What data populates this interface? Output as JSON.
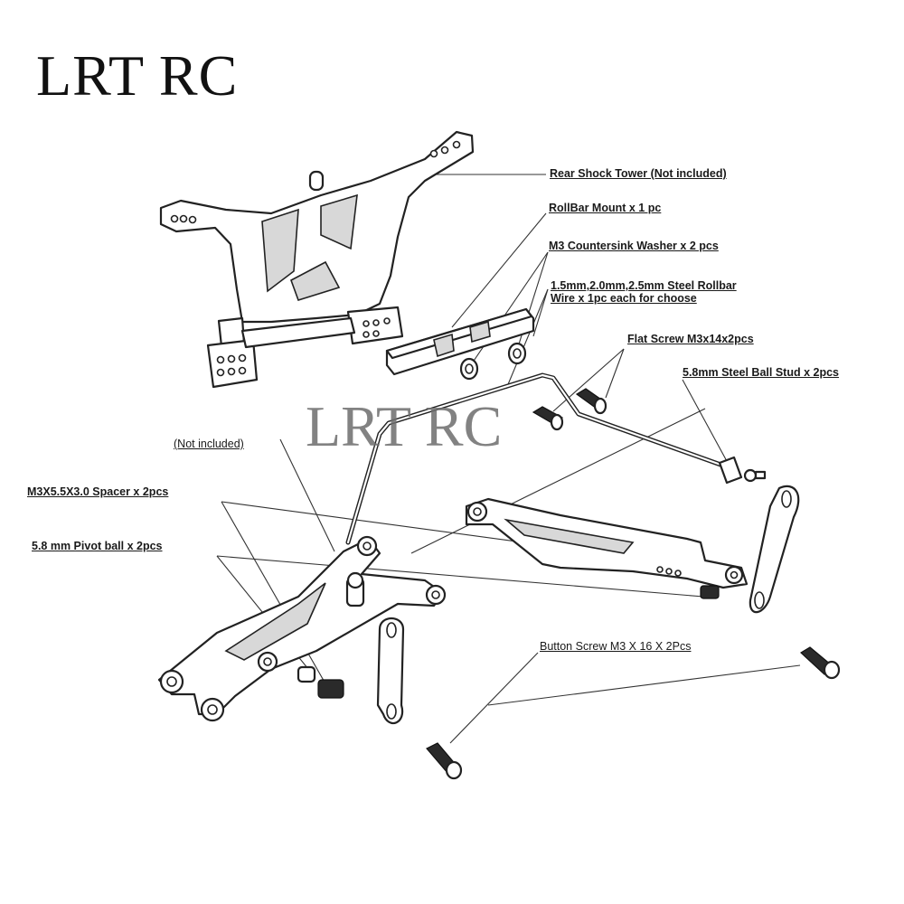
{
  "brand": {
    "title": "LRT RC",
    "watermark": "LRT RC"
  },
  "callouts": {
    "rear_shock_tower": "Rear Shock Tower (Not included)",
    "rollbar_mount": "RollBar Mount x 1 pc",
    "countersink_washer": "M3 Countersink Washer x 2 pcs",
    "rollbar_wire_line1": "1.5mm,2.0mm,2.5mm Steel Rollbar",
    "rollbar_wire_line2": "Wire x 1pc each for choose",
    "flat_screw": "Flat Screw M3x14x2pcs",
    "ball_stud": "5.8mm Steel Ball Stud x 2pcs",
    "not_included": "(Not included)",
    "spacer": "M3X5.5X3.0 Spacer x 2pcs",
    "pivot_ball": "5.8 mm Pivot ball x 2pcs",
    "button_screw": "Button Screw M3 X 16 X 2Pcs"
  },
  "colors": {
    "line": "#222222",
    "text": "#1a1a1a",
    "watermark": "#6d6d6d",
    "background": "#ffffff"
  }
}
